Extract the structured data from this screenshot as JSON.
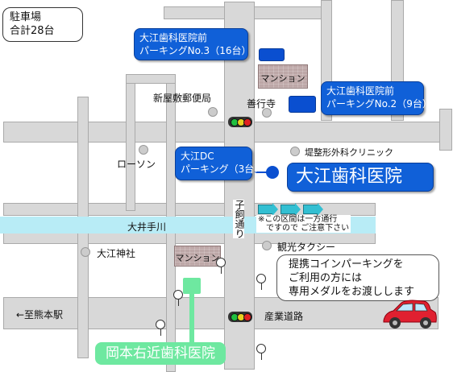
{
  "parking_total": {
    "line1": "駐車場",
    "line2": "合計28台"
  },
  "parking_lots": {
    "no3": {
      "line1": "大江歯科医院前",
      "line2": "パーキングNo.3（16台）"
    },
    "no2": {
      "line1": "大江歯科医院前",
      "line2": "パーキングNo.2（9台）"
    },
    "dc": {
      "line1": "大江DC",
      "line2": "パーキング（3台）"
    }
  },
  "clinic": {
    "name": "大江歯科医院"
  },
  "landmarks": {
    "post_office": "新屋敷郵便局",
    "temple": "善行寺",
    "lawson": "ローソン",
    "hospital": "堤整形外科クリニック",
    "shrine": "大江神社",
    "taxi": "観光タクシー",
    "mansion": "マンション",
    "okamoto": "岡本右近歯科医院"
  },
  "roads": {
    "river": "大井手川",
    "koshi_street": "子飼通り",
    "sangyo": "産業道路",
    "kumamoto": "←至熊本駅"
  },
  "one_way_note": {
    "line1": "※この区間は一方通行",
    "line2": "ですので ご注意下さい"
  },
  "notice": {
    "line1": "提携コインパーキングを",
    "line2": "ご利用の方には",
    "line3": "専用メダルをお渡しします"
  },
  "colors": {
    "accent_blue": "#1060d8",
    "green": "#6ee8a0",
    "river": "#b8ecf6",
    "car": "#e02030"
  },
  "icons": [
    "traffic-signal-icon",
    "car-icon",
    "arrow-icon",
    "landmark-dot-icon",
    "signpost-icon"
  ]
}
